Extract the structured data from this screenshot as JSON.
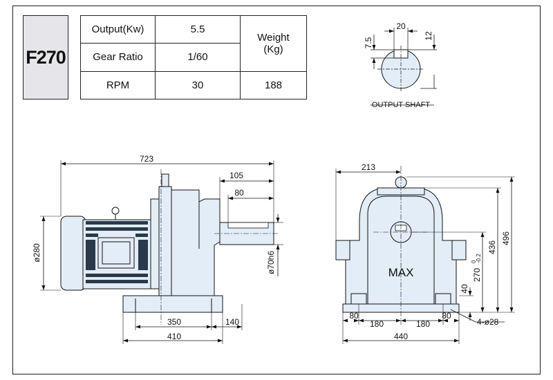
{
  "model": "F270",
  "specs": {
    "output_label": "Output(Kw)",
    "output_value": "5.5",
    "ratio_label": "Gear  Ratio",
    "ratio_value": "1/60",
    "rpm_label": "RPM",
    "rpm_value": "30",
    "weight_label_line1": "Weight",
    "weight_label_line2": "(Kg)",
    "weight_value": "188"
  },
  "output_shaft": {
    "caption": "OUTPUT SHAFT",
    "key_width": "20",
    "dim_left": "7.5",
    "dim_right": "12"
  },
  "side_view": {
    "overall_length": "723",
    "shaft_extension": "105",
    "shaft_length": "80",
    "motor_diameter": "ø280",
    "shaft_diameter": "ø70h6",
    "foot_center_span": "350",
    "foot_extension": "140",
    "base_length": "410"
  },
  "front_view": {
    "half_width": "213",
    "overall_height": "496",
    "housing_height": "436",
    "shaft_height_main": "270",
    "shaft_height_sup": "0",
    "shaft_height_sub": "-0.2",
    "base_thickness": "40",
    "edge_left": "80",
    "half_span_left": "180",
    "half_span_right": "180",
    "edge_right": "80",
    "holes": "4-ø28",
    "base_width": "440",
    "label": "MAX"
  },
  "colors": {
    "body_fill": "#e2edf7",
    "line": "#1a1a1a"
  }
}
